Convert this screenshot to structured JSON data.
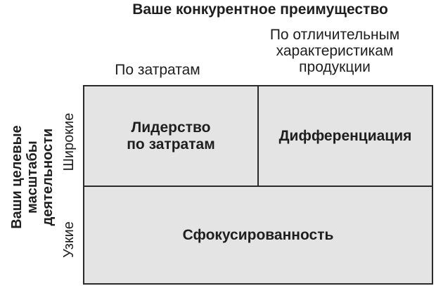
{
  "header": {
    "title": "Ваше конкурентное преимущество",
    "columns": {
      "cost": "По затратам",
      "differentiation": [
        "По отличительным",
        "характеристикам",
        "продукции"
      ]
    }
  },
  "sidebar": {
    "title": [
      "Ваши целевые",
      "масштабы",
      "деятельности"
    ],
    "rows": {
      "wide": "Широкие",
      "narrow": "Узкие"
    }
  },
  "matrix": {
    "cost_leadership": [
      "Лидерство",
      "по затратам"
    ],
    "differentiation": "Дифференциация",
    "focus": "Сфокусированность"
  },
  "colors": {
    "cell_fill": "#e4e4e4",
    "border": "#2a2a2a",
    "text": "#1e1e1e"
  }
}
